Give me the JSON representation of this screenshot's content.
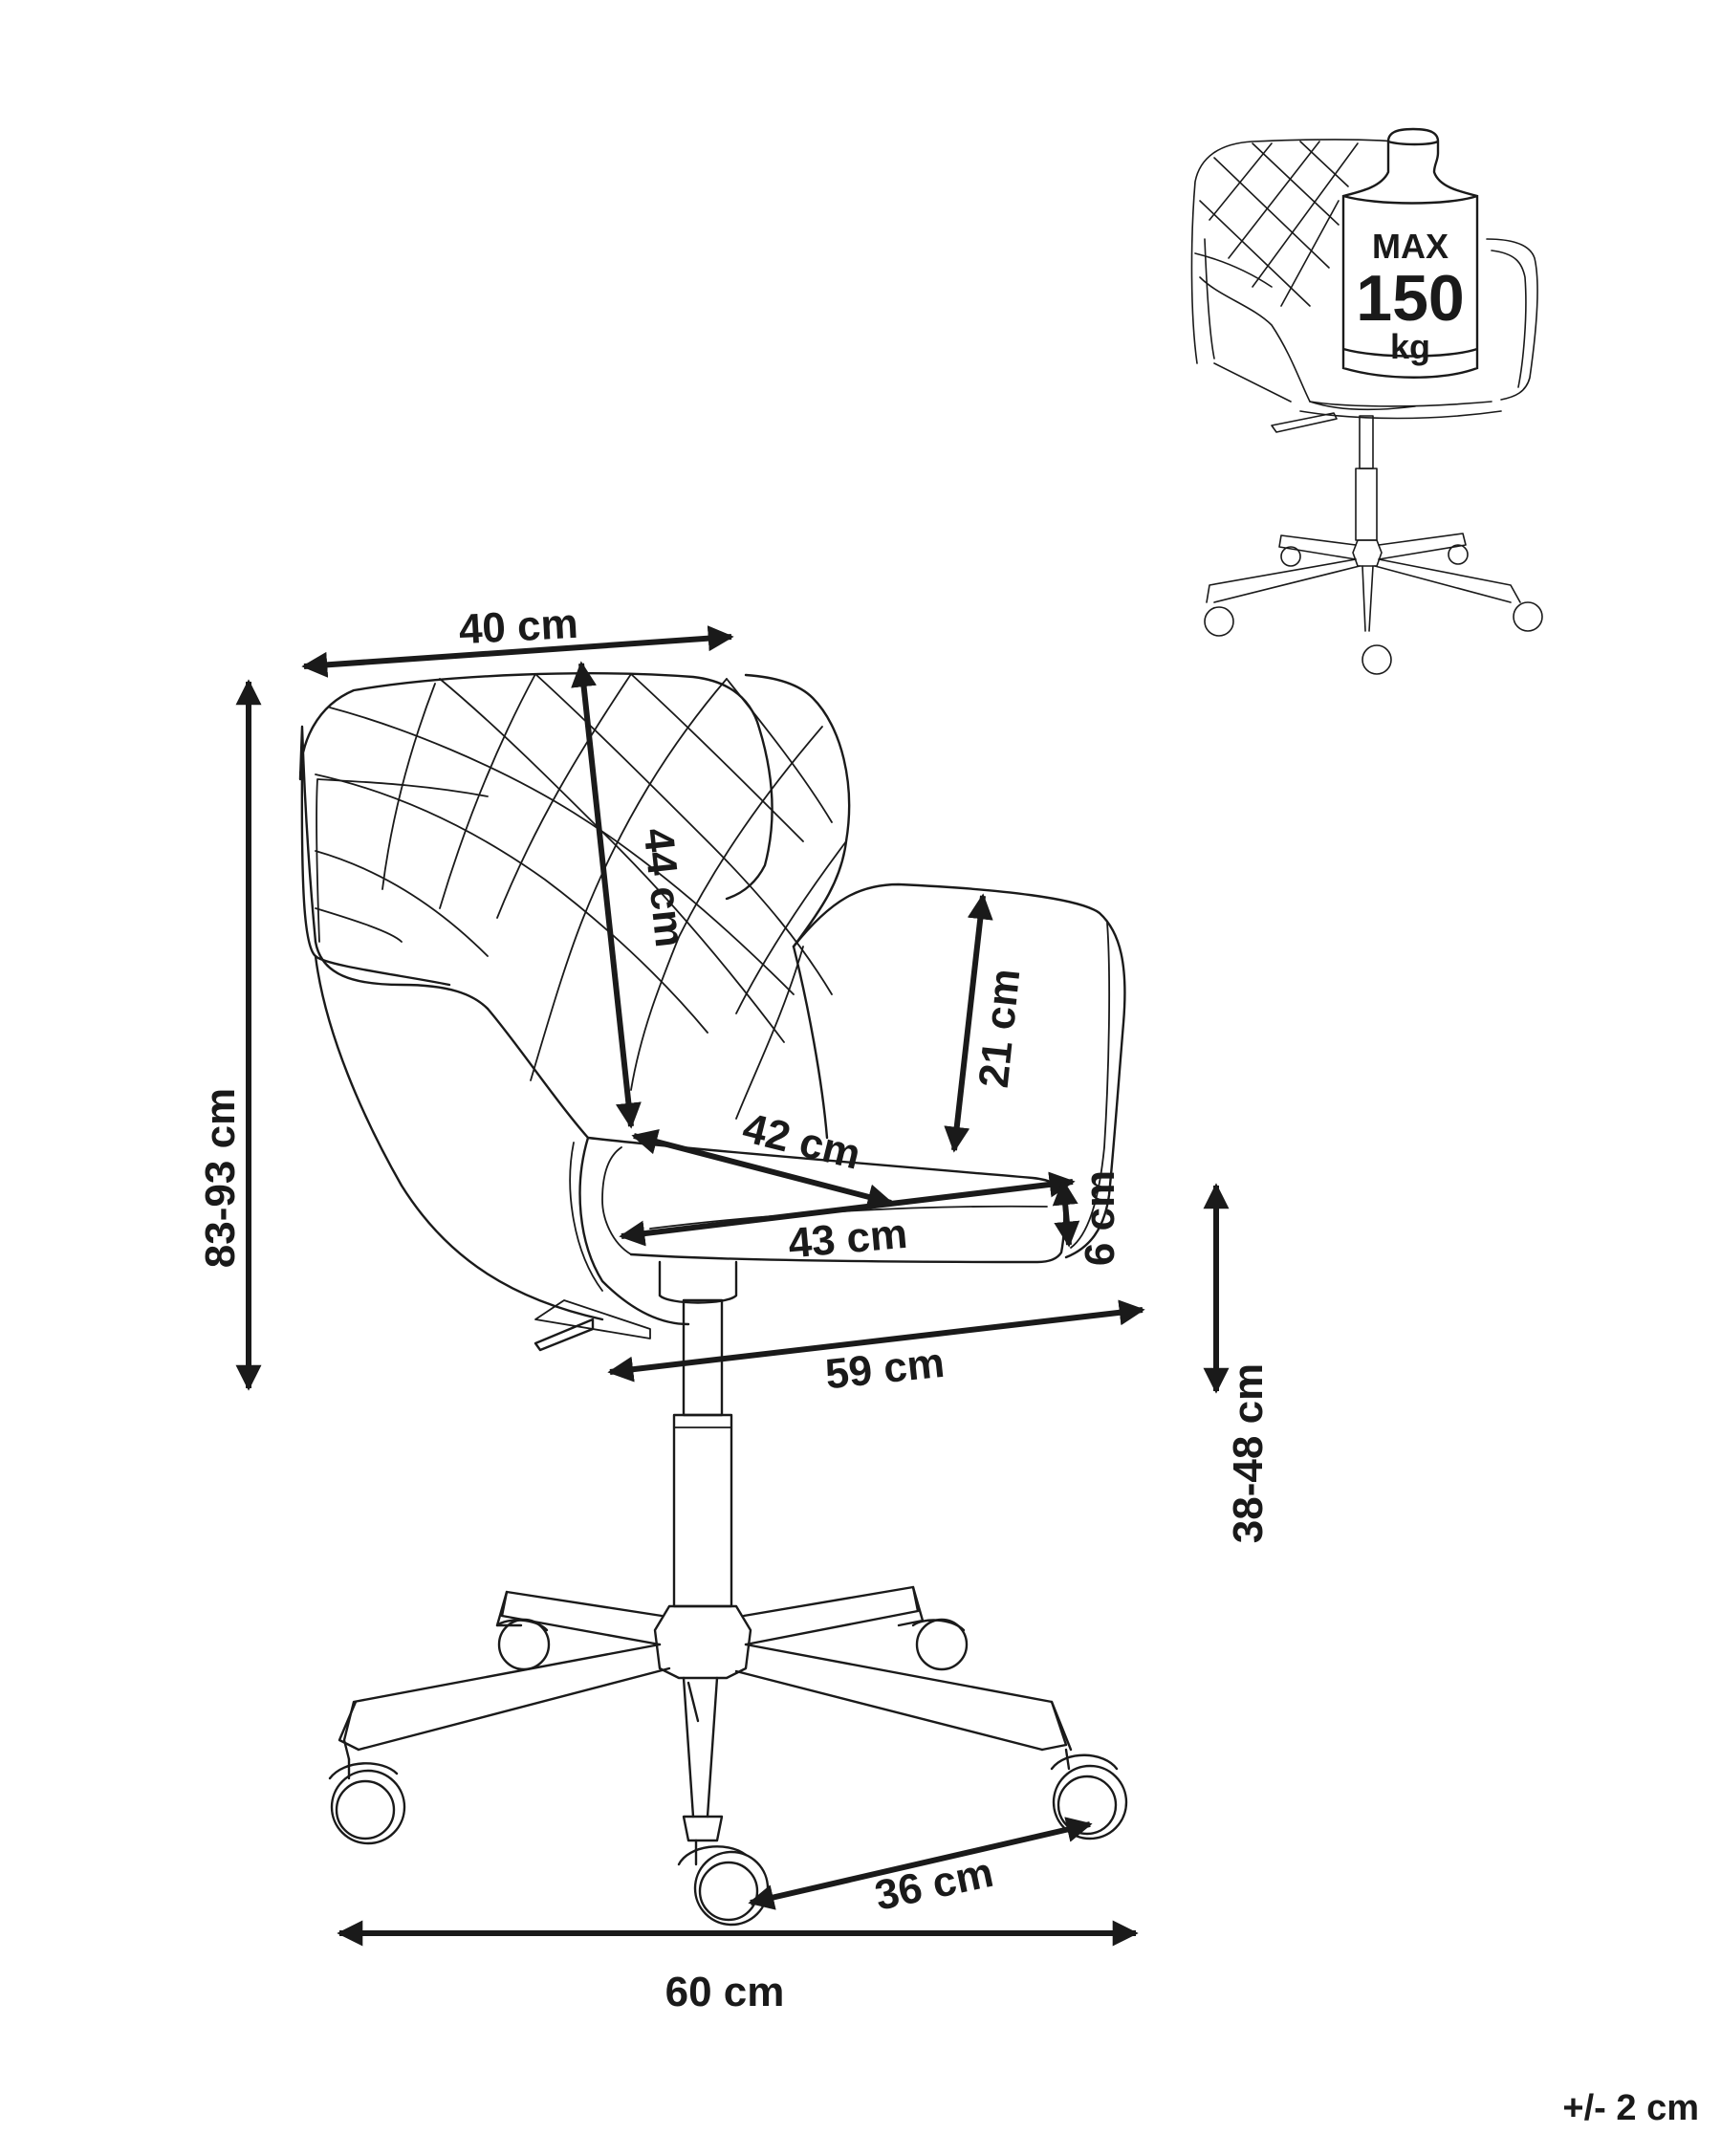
{
  "colors": {
    "ink": "#1a1a1a",
    "background": "#ffffff"
  },
  "dimensions": {
    "backrest_width": "40 cm",
    "backrest_height": "44 cm",
    "overall_height": "83-93 cm",
    "armrest_height": "21 cm",
    "seat_depth": "42 cm",
    "seat_width": "43 cm",
    "seat_thickness": "6 cm",
    "chair_width": "59 cm",
    "seat_height": "38-48 cm",
    "caster_spacing": "36 cm",
    "base_width": "60 cm"
  },
  "tolerance": "+/- 2 cm",
  "capacity": {
    "line1": "MAX",
    "line2": "150",
    "line3": "kg"
  },
  "icons": {
    "main_chair": "office-chair-line-drawing",
    "mini_chair": "office-chair-thumbnail",
    "weight_badge": "weight-bottle-icon"
  }
}
